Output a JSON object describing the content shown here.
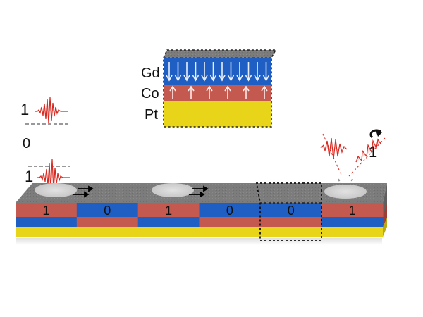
{
  "inset": {
    "layers": [
      {
        "name": "Gd",
        "color": "#1f5fc4",
        "arrow_dir": "down",
        "arrow_count": 12
      },
      {
        "name": "Co",
        "color": "#c45a4f",
        "arrow_dir": "up",
        "arrow_count": 6
      },
      {
        "name": "Pt",
        "color": "#e8d51a"
      }
    ]
  },
  "pulses": {
    "left_top_label": "1",
    "left_middle_label": "0",
    "left_bottom_label": "1",
    "right_label": "1"
  },
  "bar": {
    "colors": {
      "top": "#7a7a7a",
      "red": "#c45a4f",
      "blue": "#1f5fc4",
      "yellow": "#e8d51a"
    },
    "bits": [
      {
        "label": "1",
        "top_layer": "red"
      },
      {
        "label": "0",
        "top_layer": "blue"
      },
      {
        "label": "1",
        "top_layer": "red"
      },
      {
        "label": "0",
        "top_layer": "blue"
      },
      {
        "label": "0",
        "top_layer": "blue"
      },
      {
        "label": "1",
        "top_layer": "red"
      }
    ]
  }
}
